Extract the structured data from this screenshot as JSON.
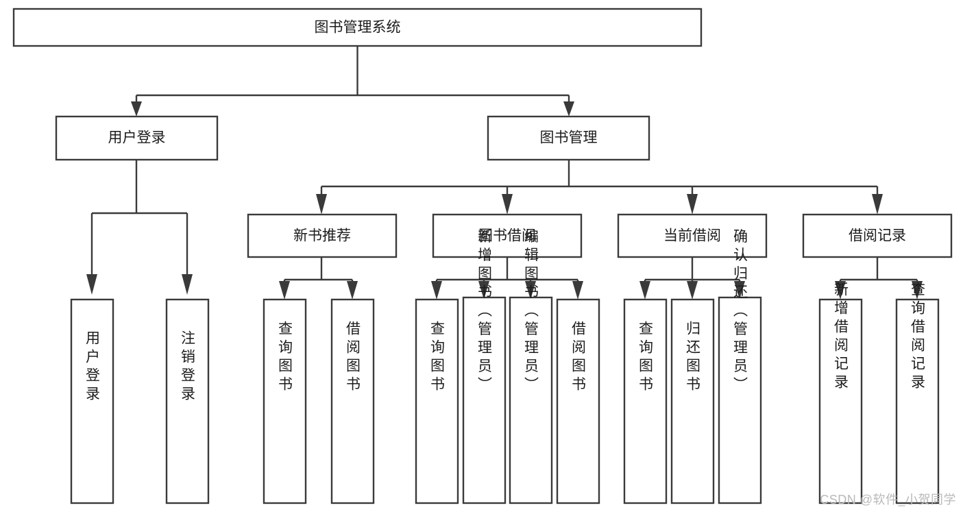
{
  "diagram": {
    "type": "tree-hierarchy-flowchart",
    "title": "图书管理系统",
    "watermark": "CSDN @软件_小贺同学",
    "levels": {
      "root": {
        "id": "root",
        "label": "图书管理系统",
        "orientation": "horizontal"
      },
      "level2": [
        {
          "id": "user-login",
          "label": "用户登录",
          "orientation": "horizontal"
        },
        {
          "id": "book-management",
          "label": "图书管理",
          "orientation": "horizontal"
        }
      ],
      "level3": [
        {
          "id": "new-book-recommend",
          "label": "新书推荐",
          "orientation": "horizontal",
          "parent": "book-management"
        },
        {
          "id": "book-borrow",
          "label": "图书借阅",
          "orientation": "horizontal",
          "parent": "book-management"
        },
        {
          "id": "current-borrow",
          "label": "当前借阅",
          "orientation": "horizontal",
          "parent": "book-management"
        },
        {
          "id": "borrow-record",
          "label": "借阅记录",
          "orientation": "horizontal",
          "parent": "book-management"
        }
      ],
      "leaves": [
        {
          "id": "leaf-user-login",
          "label": "用户登录",
          "orientation": "vertical",
          "parent": "user-login"
        },
        {
          "id": "leaf-logout-login",
          "label": "注销登录",
          "orientation": "vertical",
          "parent": "user-login"
        },
        {
          "id": "leaf-query-book-1",
          "label": "查询图书",
          "orientation": "vertical",
          "parent": "new-book-recommend"
        },
        {
          "id": "leaf-borrow-book-1",
          "label": "借阅图书",
          "orientation": "vertical",
          "parent": "new-book-recommend"
        },
        {
          "id": "leaf-query-book-2",
          "label": "查询图书",
          "orientation": "vertical",
          "parent": "book-borrow"
        },
        {
          "id": "leaf-add-book-admin",
          "label": "新增图书（管理员）",
          "orientation": "vertical",
          "parent": "book-borrow"
        },
        {
          "id": "leaf-edit-book-admin",
          "label": "编辑图书（管理员）",
          "orientation": "vertical",
          "parent": "book-borrow"
        },
        {
          "id": "leaf-borrow-book-2",
          "label": "借阅图书",
          "orientation": "vertical",
          "parent": "book-borrow"
        },
        {
          "id": "leaf-query-book-3",
          "label": "查询图书",
          "orientation": "vertical",
          "parent": "current-borrow"
        },
        {
          "id": "leaf-return-book",
          "label": "归还图书",
          "orientation": "vertical",
          "parent": "current-borrow"
        },
        {
          "id": "leaf-confirm-return-admin",
          "label": "确认归还（管理员）",
          "orientation": "vertical",
          "parent": "current-borrow"
        },
        {
          "id": "leaf-add-borrow-record",
          "label": "新增借阅记录",
          "orientation": "vertical",
          "parent": "borrow-record"
        },
        {
          "id": "leaf-query-borrow-record",
          "label": "查询借阅记录",
          "orientation": "vertical",
          "parent": "borrow-record"
        }
      ]
    },
    "colors": {
      "box_stroke": "#3a3a3a",
      "box_fill": "#ffffff",
      "connector": "#3a3a3a",
      "text": "#1c1c1c",
      "watermark": "#b9b9b9",
      "background": "#ffffff"
    }
  }
}
